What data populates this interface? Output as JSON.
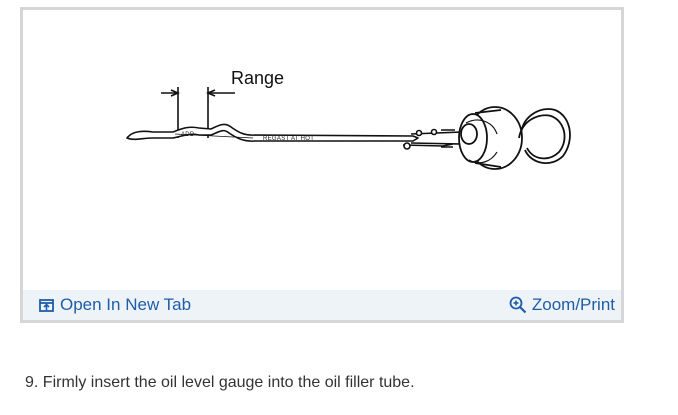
{
  "figure": {
    "range_label": "Range",
    "stamp_left": "ADD",
    "stamp_right": "REGAST AT HOT"
  },
  "toolbar": {
    "open_tab_label": "Open In New Tab",
    "zoom_label": "Zoom/Print",
    "open_tab_icon": "open-in-new-tab-icon",
    "zoom_icon": "zoom-in-icon",
    "link_color": "#1e5da8"
  },
  "caption": {
    "text": "9. Firmly insert the oil level gauge into the oil filler tube."
  }
}
